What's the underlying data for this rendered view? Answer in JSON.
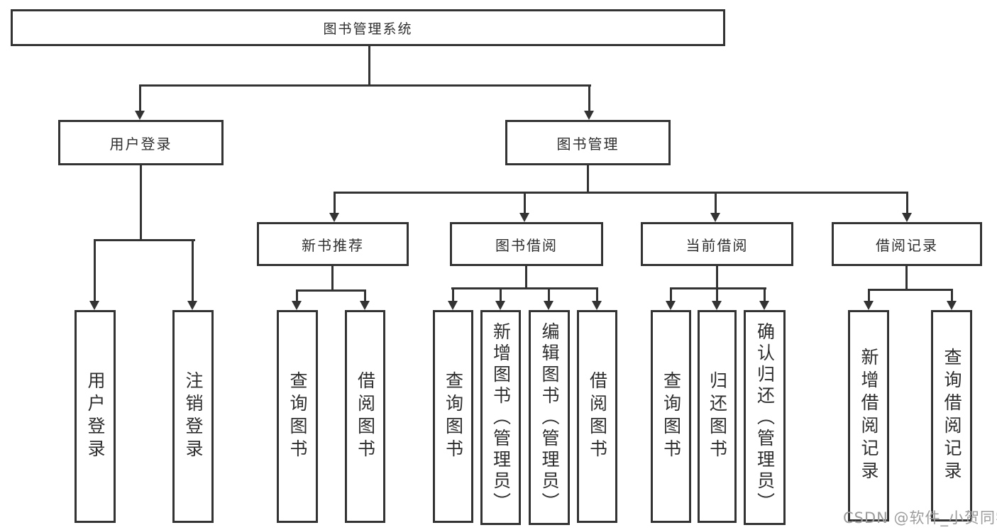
{
  "diagram": {
    "root": "图书管理系统",
    "level2": {
      "user_login": "用户登录",
      "book_management": "图书管理"
    },
    "level3": {
      "new_book_recommend": "新书推荐",
      "book_borrowing": "图书借阅",
      "current_borrowing": "当前借阅",
      "borrowing_records": "借阅记录"
    },
    "leaves": {
      "user_login": "用户登录",
      "logout": "注销登录",
      "recommend_query_book": "查询图书",
      "recommend_borrow_book": "借阅图书",
      "borrowing_query_book": "查询图书",
      "borrowing_add_book": "新增图书（管理员）",
      "borrowing_edit_book": "编辑图书（管理员）",
      "borrowing_borrow_book": "借阅图书",
      "current_query_book": "查询图书",
      "current_return_book": "归还图书",
      "current_confirm_return": "确认归还（管理员）",
      "records_add_record": "新增借阅记录",
      "records_query_record": "查询借阅记录"
    }
  },
  "watermark": "CSDN @软件_小贺同学",
  "colors": {
    "line": "#333333",
    "text": "#2e2e2e",
    "box_background": "#ffffff",
    "watermark": "#9c9c9c"
  }
}
